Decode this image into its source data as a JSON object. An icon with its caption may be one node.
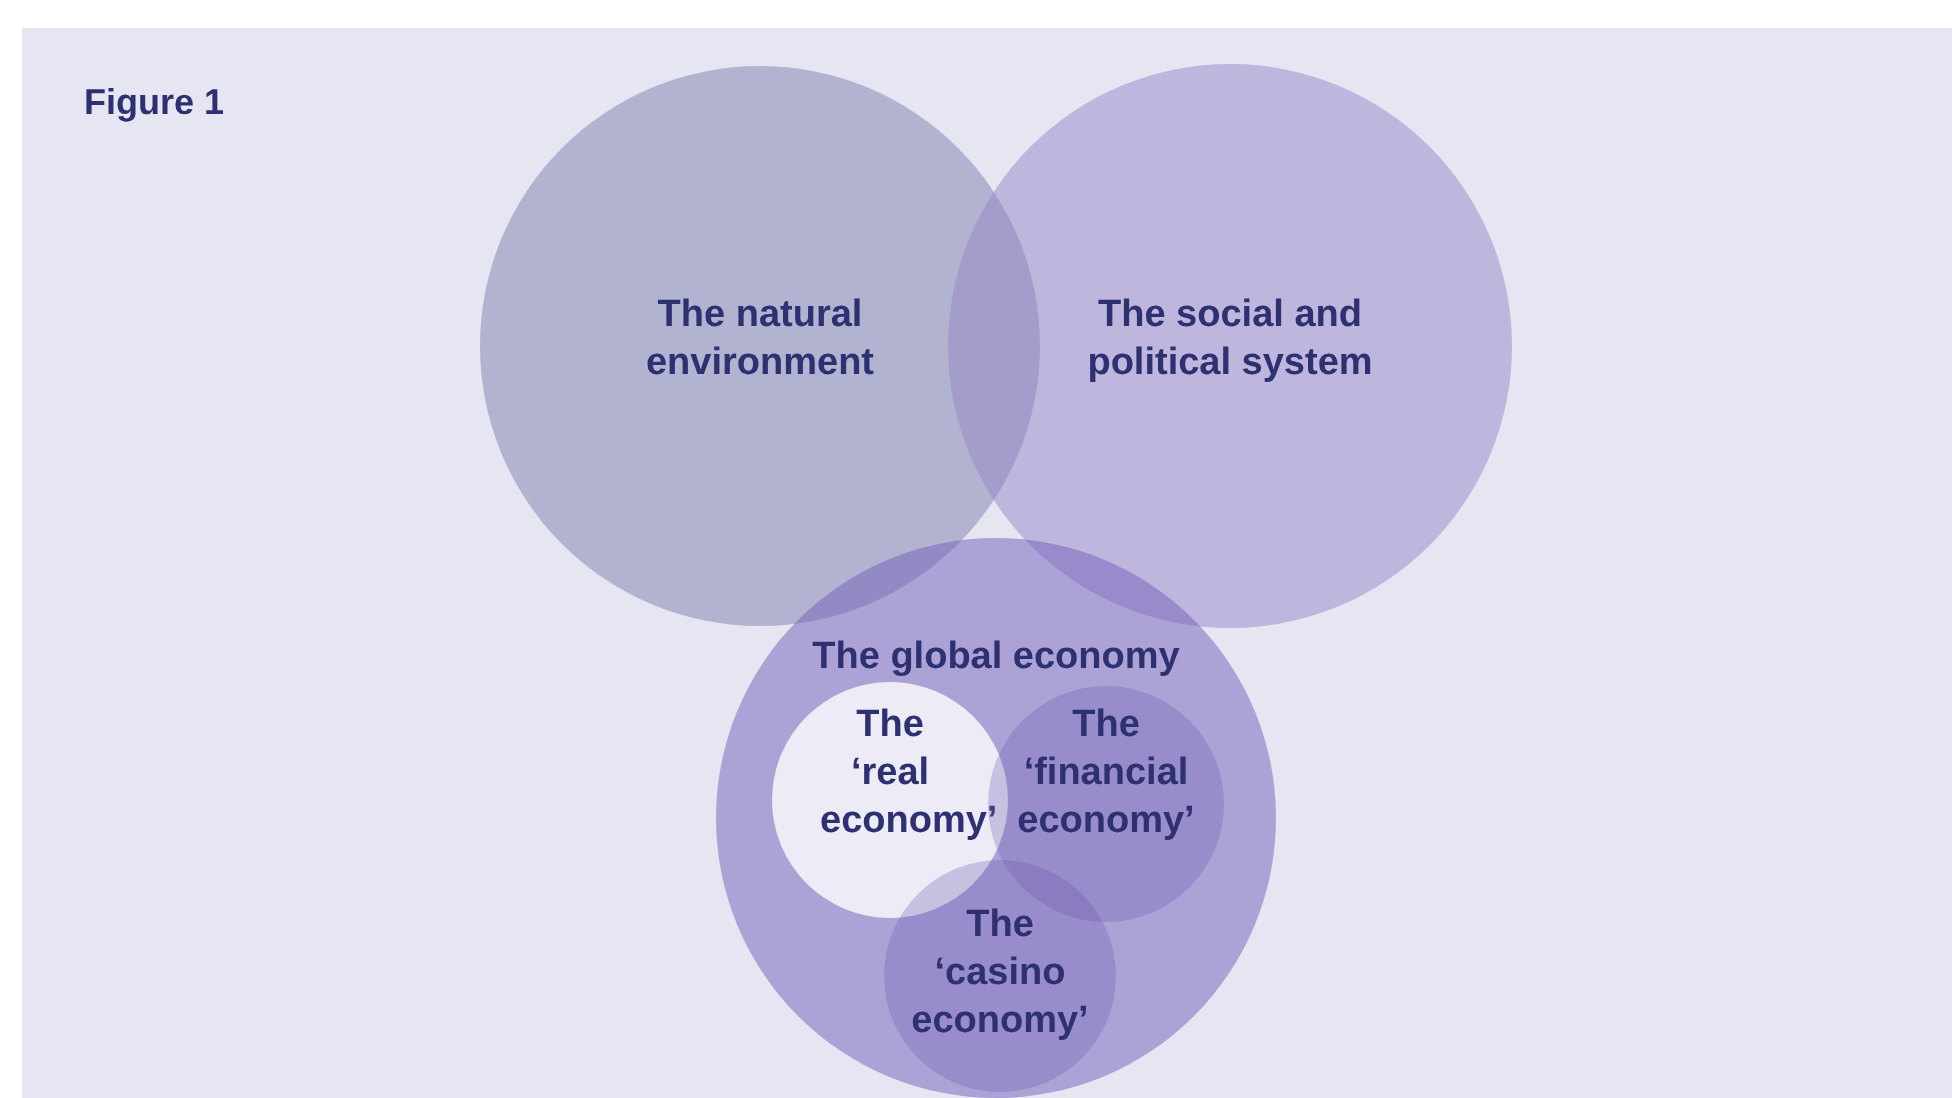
{
  "diagram": {
    "title": "Figure 1",
    "nodes": [
      {
        "text": [
          "The natural environment"
        ]
      },
      {
        "text": [
          "The social and political system"
        ]
      },
      {
        "text": [
          "The global economy"
        ]
      },
      {
        "text": [
          "The ‘real economy’"
        ],
        "in": 2
      },
      {
        "text": [
          "The ‘financial economy’"
        ],
        "in": 2
      },
      {
        "text": [
          "The ‘casino economy’"
        ],
        "in": 2
      }
    ],
    "edges": []
  }
}
